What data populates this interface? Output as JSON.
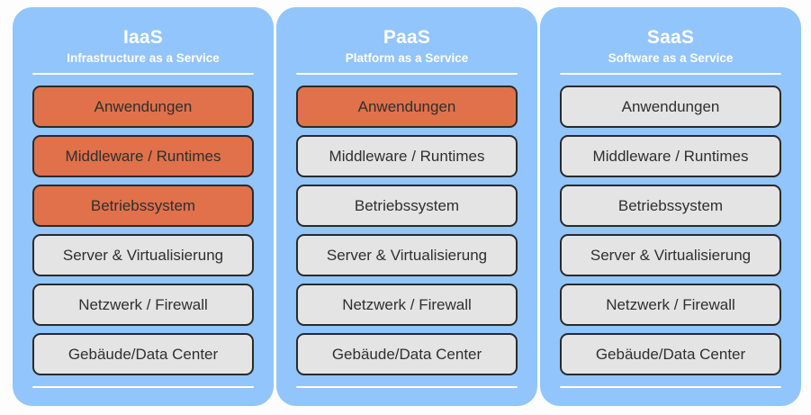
{
  "diagram": {
    "kind": "cloud-service-models-responsibility-stack",
    "colors": {
      "panel_background": "#92c5fc",
      "layer_highlight": "#e0714a",
      "layer_default": "#e4e4e4",
      "layer_border": "#2a2a2a",
      "header_text": "#ffffff",
      "layer_text": "#2f2f2f",
      "page_background": "#fdfdfd"
    },
    "panels": [
      {
        "id": "iaas",
        "title": "IaaS",
        "subtitle": "Infrastructure as a Service",
        "layers": [
          {
            "label": "Anwendungen",
            "state": "highlight"
          },
          {
            "label": "Middleware / Runtimes",
            "state": "highlight"
          },
          {
            "label": "Betriebssystem",
            "state": "highlight"
          },
          {
            "label": "Server & Virtualisierung",
            "state": "default"
          },
          {
            "label": "Netzwerk / Firewall",
            "state": "default"
          },
          {
            "label": "Gebäude/Data Center",
            "state": "default"
          }
        ]
      },
      {
        "id": "paas",
        "title": "PaaS",
        "subtitle": "Platform as a Service",
        "layers": [
          {
            "label": "Anwendungen",
            "state": "highlight"
          },
          {
            "label": "Middleware / Runtimes",
            "state": "default"
          },
          {
            "label": "Betriebssystem",
            "state": "default"
          },
          {
            "label": "Server & Virtualisierung",
            "state": "default"
          },
          {
            "label": "Netzwerk / Firewall",
            "state": "default"
          },
          {
            "label": "Gebäude/Data Center",
            "state": "default"
          }
        ]
      },
      {
        "id": "saas",
        "title": "SaaS",
        "subtitle": "Software as a Service",
        "layers": [
          {
            "label": "Anwendungen",
            "state": "default"
          },
          {
            "label": "Middleware / Runtimes",
            "state": "default"
          },
          {
            "label": "Betriebssystem",
            "state": "default"
          },
          {
            "label": "Server & Virtualisierung",
            "state": "default"
          },
          {
            "label": "Netzwerk / Firewall",
            "state": "default"
          },
          {
            "label": "Gebäude/Data Center",
            "state": "default"
          }
        ]
      }
    ]
  }
}
